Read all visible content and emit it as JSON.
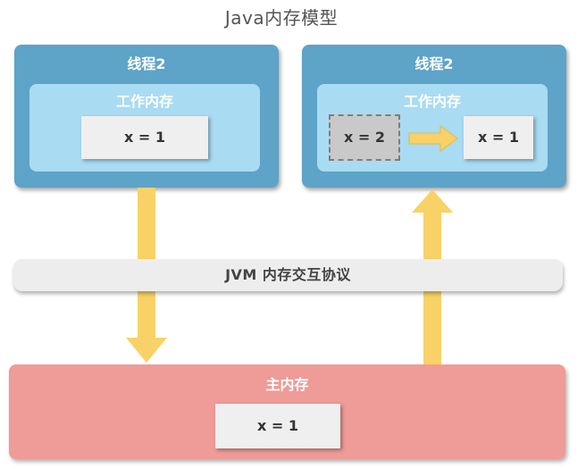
{
  "title": "Java内存模型",
  "thread_left": {
    "label": "线程2",
    "work_memory_label": "工作内存",
    "value": "x = 1"
  },
  "thread_right": {
    "label": "线程2",
    "work_memory_label": "工作内存",
    "old_value": "x = 2",
    "new_value": "x = 1"
  },
  "protocol": {
    "label": "JVM 内存交互协议"
  },
  "main_memory": {
    "label": "主内存",
    "value": "x = 1"
  },
  "colors": {
    "thread": "#5ea3c8",
    "work_memory": "#a9dbf2",
    "main_memory": "#ef9b97",
    "arrow": "#f8d266",
    "protocol_bar": "#ededed"
  }
}
